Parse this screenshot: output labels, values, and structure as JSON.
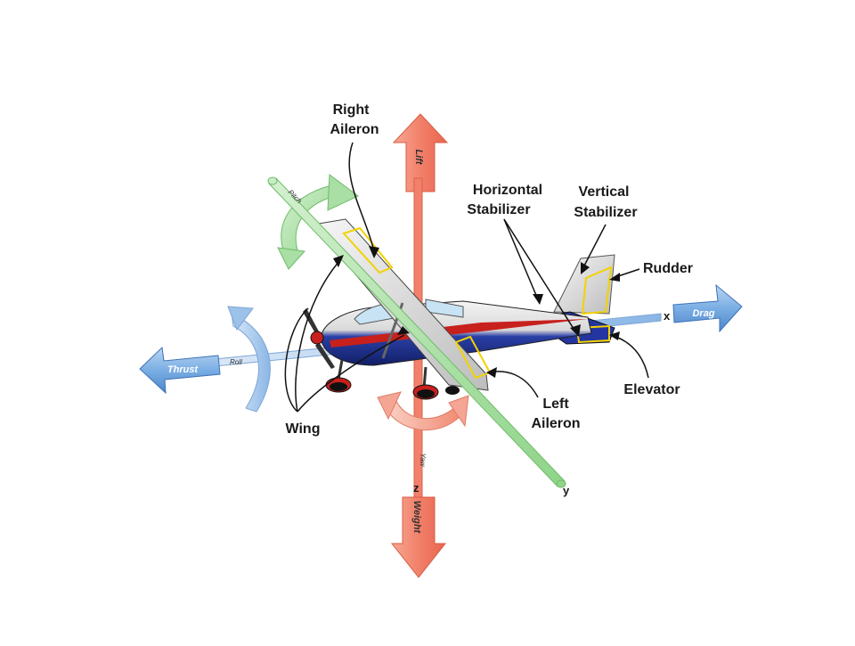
{
  "labels": {
    "right_aileron": [
      "Right",
      "Aileron"
    ],
    "left_aileron": [
      "Left",
      "Aileron"
    ],
    "horizontal_stabilizer": [
      "Horizontal",
      "Stabilizer"
    ],
    "vertical_stabilizer": [
      "Vertical",
      "Stabilizer"
    ],
    "rudder": "Rudder",
    "elevator": "Elevator",
    "wing": "Wing"
  },
  "forces": {
    "lift": "Lift",
    "weight": "Weight",
    "thrust": "Thrust",
    "drag": "Drag"
  },
  "rotations": {
    "roll": "Roll",
    "pitch": "Pitch",
    "yaw": "Yaw"
  },
  "axes": {
    "x": "x",
    "y": "y",
    "z": "z"
  },
  "colors": {
    "lift_weight": "#f2806a",
    "thrust_drag": "#6fa3dc",
    "pitch_axis": "#9fdc9c",
    "fuselage_blue": "#1c2f8f",
    "stripe_red": "#c8201c",
    "control_surface_outline": "#f3d200"
  }
}
